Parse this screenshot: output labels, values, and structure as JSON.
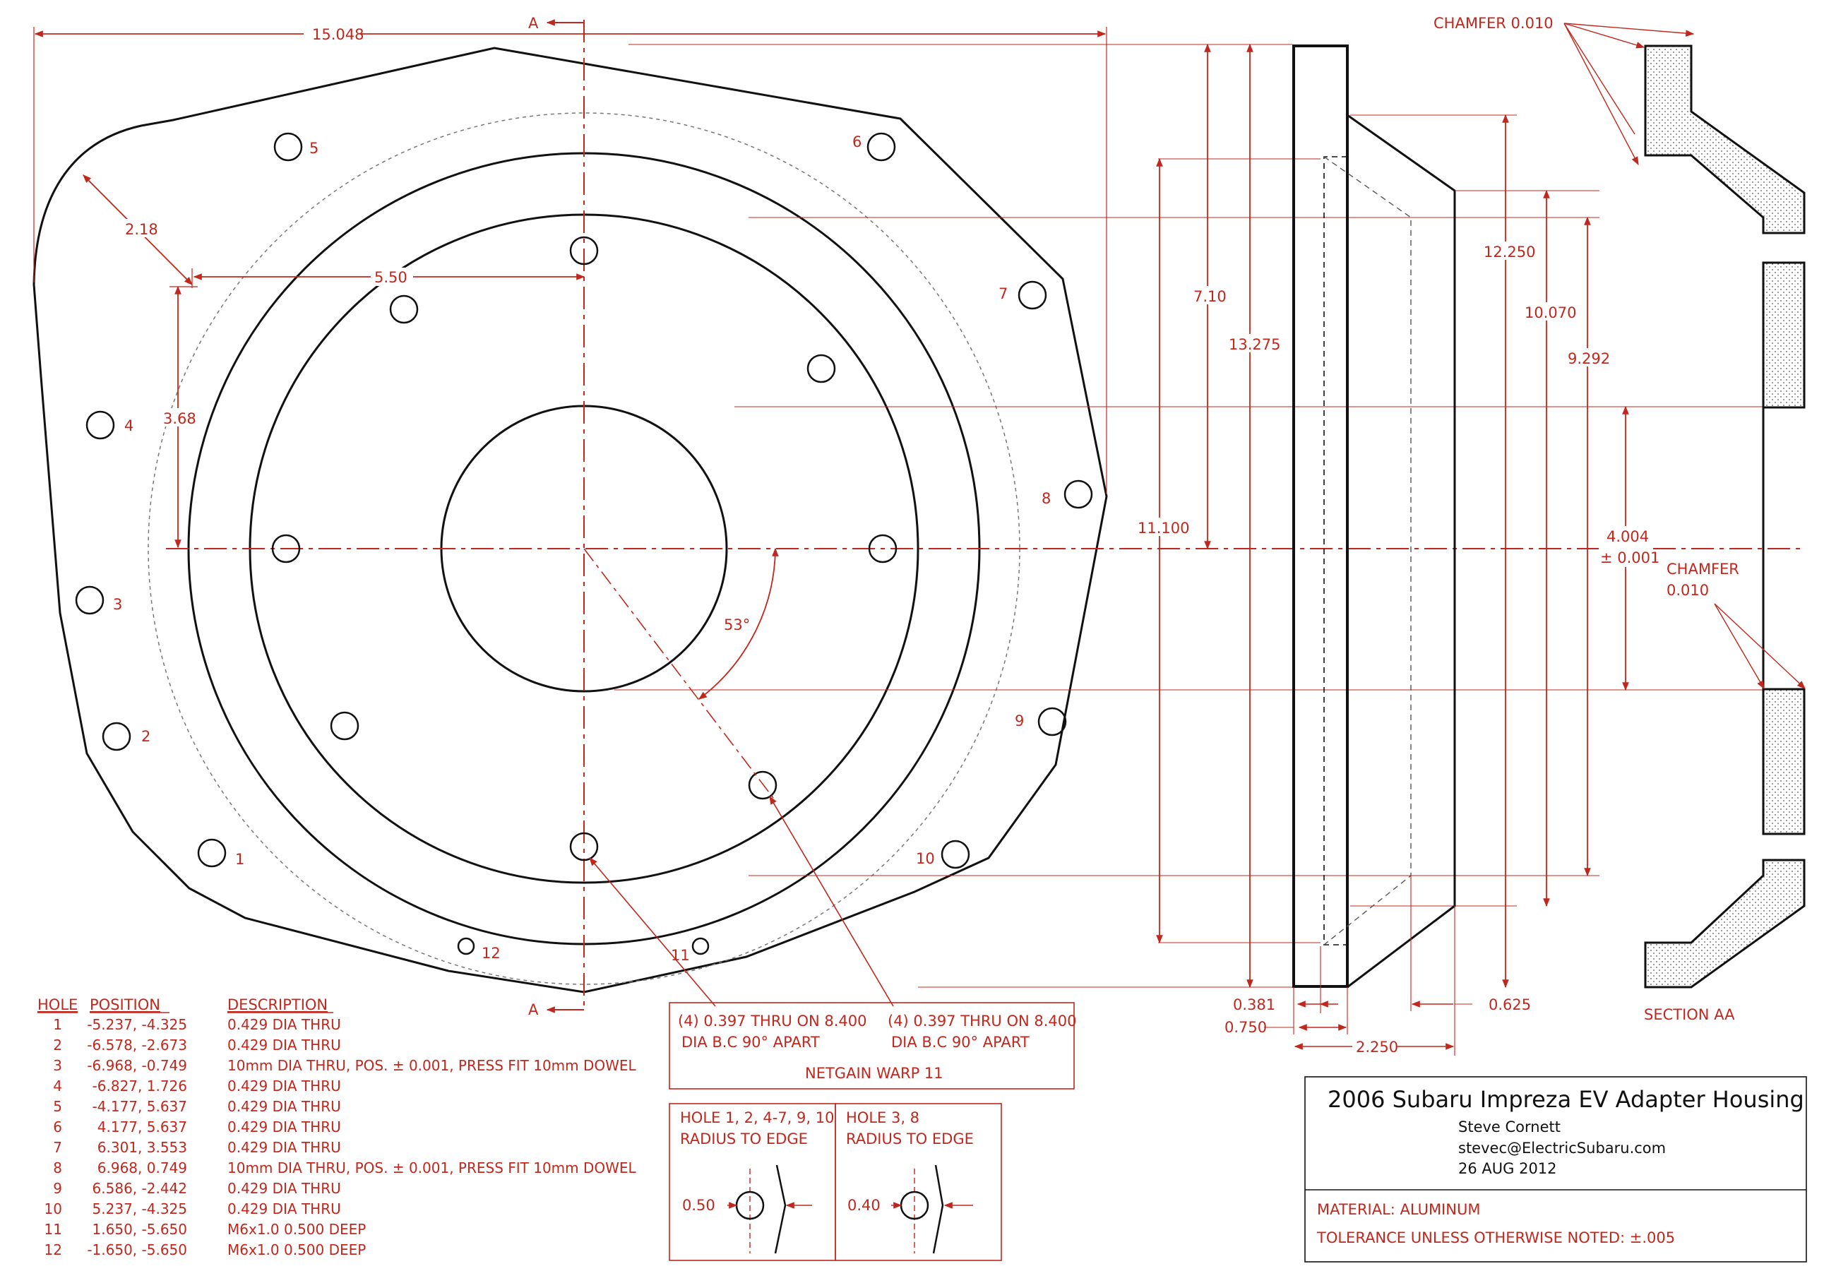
{
  "dims": {
    "overall_width": "15.048",
    "corner_radius": "2.18",
    "offset_x": "5.50",
    "offset_y": "3.68",
    "angle": "53°",
    "d_7_10": "7.10",
    "d_13_275": "13.275",
    "d_11_100": "11.100",
    "d_12_250": "12.250",
    "d_10_070": "10.070",
    "d_9_292": "9.292",
    "bore": "4.004",
    "bore_tol": "± 0.001",
    "t_0_381": "0.381",
    "t_0_750": "0.750",
    "t_2_250": "2.250",
    "t_0_625": "0.625"
  },
  "section_labels": {
    "a_top": "A",
    "a_bottom": "A",
    "chamfer_top": "CHAMFER 0.010",
    "chamfer_right_1": "CHAMFER",
    "chamfer_right_2": "0.010",
    "section": "SECTION AA"
  },
  "hole_labels": [
    "1",
    "2",
    "3",
    "4",
    "5",
    "6",
    "7",
    "8",
    "9",
    "10",
    "11",
    "12"
  ],
  "hole_table": {
    "headers": {
      "hole": "HOLE",
      "position": "POSITION",
      "description": "DESCRIPTION"
    },
    "rows": [
      {
        "hole": "1",
        "position": "-5.237, -4.325",
        "description": "0.429 DIA THRU"
      },
      {
        "hole": "2",
        "position": "-6.578, -2.673",
        "description": "0.429 DIA THRU"
      },
      {
        "hole": "3",
        "position": "-6.968, -0.749",
        "description": "10mm DIA THRU, POS. ± 0.001, PRESS FIT 10mm DOWEL"
      },
      {
        "hole": "4",
        "position": "-6.827,  1.726",
        "description": "0.429 DIA THRU"
      },
      {
        "hole": "5",
        "position": "-4.177,  5.637",
        "description": "0.429 DIA THRU"
      },
      {
        "hole": "6",
        "position": "4.177,  5.637",
        "description": "0.429 DIA THRU"
      },
      {
        "hole": "7",
        "position": "6.301,  3.553",
        "description": "0.429 DIA THRU"
      },
      {
        "hole": "8",
        "position": "6.968,  0.749",
        "description": "10mm DIA THRU, POS. ± 0.001, PRESS FIT 10mm DOWEL"
      },
      {
        "hole": "9",
        "position": "6.586, -2.442",
        "description": "0.429 DIA THRU"
      },
      {
        "hole": "10",
        "position": "5.237, -4.325",
        "description": "0.429 DIA THRU"
      },
      {
        "hole": "11",
        "position": "1.650, -5.650",
        "description": "M6x1.0 0.500 DEEP"
      },
      {
        "hole": "12",
        "position": "-1.650, -5.650",
        "description": "M6x1.0 0.500 DEEP"
      }
    ]
  },
  "notes": {
    "bolt_a_line1": "(4) 0.397 THRU ON 8.400",
    "bolt_a_line2": "DIA B.C 90° APART",
    "bolt_b_line1": "(4) 0.397 THRU ON 8.400",
    "bolt_b_line2": "DIA B.C 90° APART",
    "motor": "NETGAIN WARP 11"
  },
  "radius_boxes": {
    "left_line1": "HOLE 1, 2, 4-7, 9, 10",
    "left_line2": "RADIUS TO EDGE",
    "left_value": "0.50",
    "right_line1": "HOLE 3, 8",
    "right_line2": "RADIUS TO EDGE",
    "right_value": "0.40"
  },
  "title_block": {
    "title": "2006 Subaru Impreza EV Adapter Housing",
    "author": "Steve Cornett",
    "email": "stevec@ElectricSubaru.com",
    "date": "26 AUG 2012",
    "material": "MATERIAL: ALUMINUM",
    "tolerance": "TOLERANCE UNLESS OTHERWISE NOTED: ±.005"
  },
  "colors": {
    "dimension": "#c0281e",
    "outline": "#111111"
  }
}
